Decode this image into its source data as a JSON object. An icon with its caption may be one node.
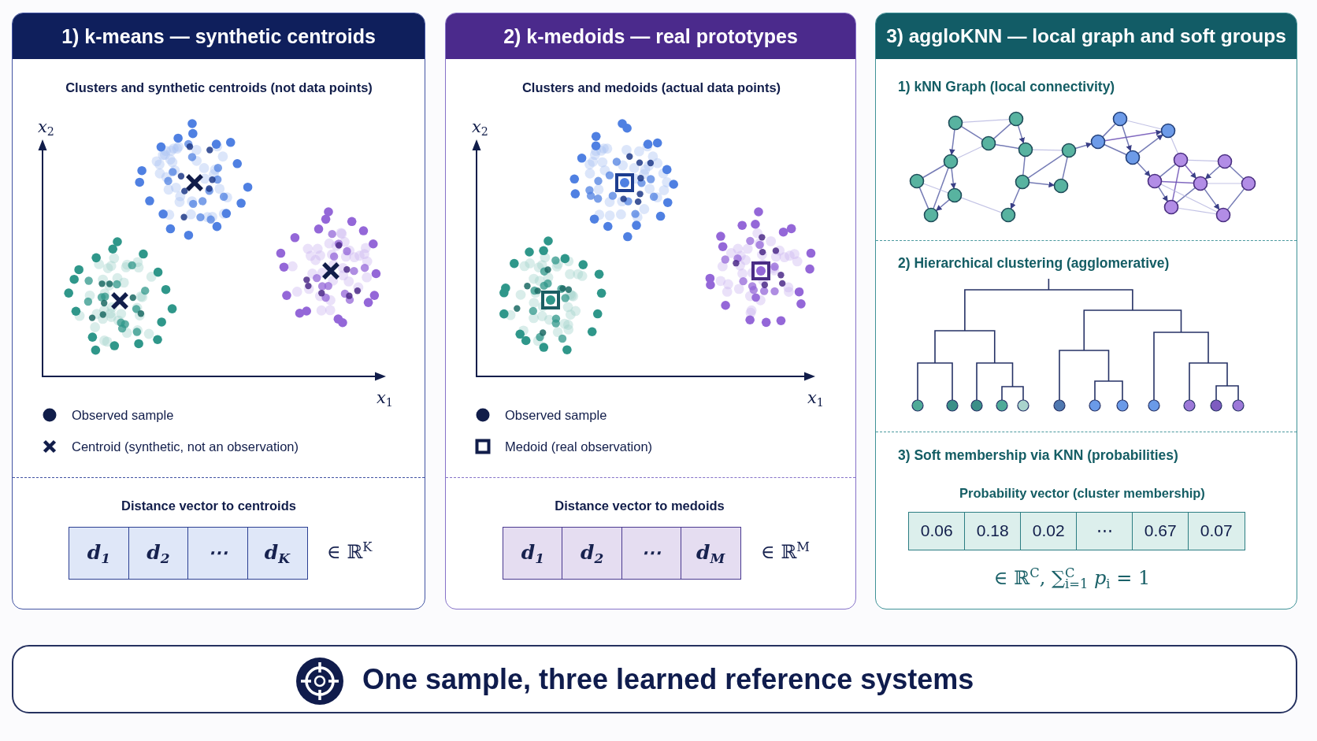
{
  "diagram": {
    "nodes": [
      {
        "text": [
          "1) k-means — synthetic centroids"
        ]
      },
      {
        "text": [
          "d$_{1}$"
        ],
        "in": 0
      },
      {
        "text": [
          "d$_{2}$"
        ],
        "in": 0
      },
      {
        "text": [
          "⋯"
        ],
        "in": 0
      },
      {
        "text": [
          "d$_{K}$"
        ],
        "in": 0
      },
      {
        "text": [
          "2) k-medoids — real prototypes"
        ]
      },
      {
        "text": [
          "d$_{1}$"
        ],
        "in": 5
      },
      {
        "text": [
          "d$_{2}$"
        ],
        "in": 5
      },
      {
        "text": [
          "⋯"
        ],
        "in": 5
      },
      {
        "text": [
          "d$_{M}$"
        ],
        "in": 5
      },
      {
        "text": [
          "3) aggloKNN — local graph and soft groups"
        ]
      },
      {
        "text": [
          "0.06"
        ],
        "in": 10
      },
      {
        "text": [
          "0.18"
        ],
        "in": 10
      },
      {
        "text": [
          "0.02"
        ],
        "in": 10
      },
      {
        "text": [
          "⋯"
        ],
        "in": 10
      },
      {
        "text": [
          "0.67"
        ],
        "in": 10
      },
      {
        "text": [
          "0.07"
        ],
        "in": 10
      },
      {
        "text": [
          "One sample, three learned reference systems"
        ]
      }
    ],
    "labels": [
      "Clusters and synthetic centroids (not data points)",
      "*x*$_{2}$",
      "*x*$_{1}$",
      "Distance vector to centroids",
      "∈ ℝ$^{K}$",
      "Clusters and medoids (actual data points)",
      "*x*$_{2}$",
      "*x*$_{1}$",
      "Distance vector to medoids",
      "∈ ℝ$^{M}$",
      "1) kNN Graph (local connectivity)",
      "2) Hierarchical clustering (agglomerative)",
      "3) Soft membership via KNN (probabilities)",
      "Probability vector (cluster membership)",
      "∈ ℝ$^{C}$, ∑$^{C}$$_{i=1}$ *p*$_{i}$ = 1"
    ],
    "legend": [
      {
        "text": "Observed sample"
      },
      {
        "text": "Centroid (synthetic, not an observation)"
      },
      {
        "text": "Observed sample"
      },
      {
        "text": "Medoid (real observation)"
      }
    ]
  }
}
